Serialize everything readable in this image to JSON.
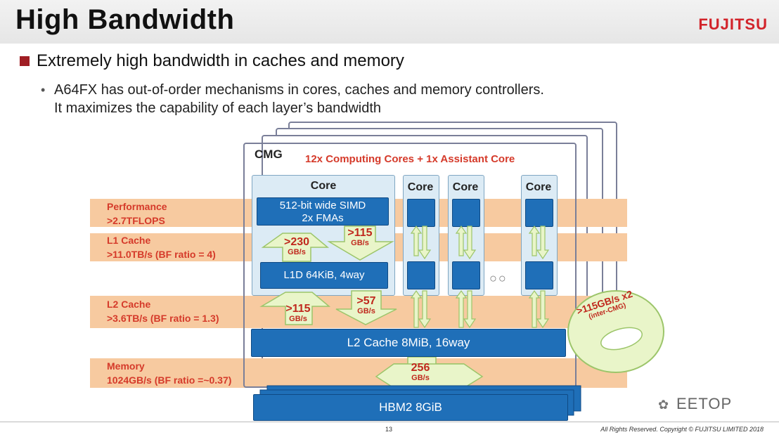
{
  "header": {
    "title": "High Bandwidth",
    "logo_text": "FUJITSU"
  },
  "bullets": {
    "main": "Extremely high bandwidth in caches and memory",
    "sub_line1": "A64FX has out-of-order mechanisms in cores, caches and memory controllers.",
    "sub_line2": "It maximizes the capability of each layer’s bandwidth"
  },
  "bands": {
    "performance": {
      "line1": "Performance",
      "line2": ">2.7TFLOPS"
    },
    "l1": {
      "line1": "L1 Cache",
      "line2": ">11.0TB/s (BF ratio = 4)"
    },
    "l2": {
      "line1": "L2 Cache",
      "line2": ">3.6TB/s (BF ratio = 1.3)"
    },
    "memory": {
      "line1": "Memory",
      "line2": "1024GB/s (BF ratio =~0.37)"
    }
  },
  "cmg": {
    "label": "CMG",
    "cores_title": "12x Computing Cores + 1x Assistant Core",
    "core_label": "Core",
    "simd_line1": "512-bit wide SIMD",
    "simd_line2": "2x FMAs",
    "l1d": "L1D 64KiB, 4way",
    "dots": "○○",
    "l2": "L2 Cache  8MiB, 16way",
    "hbm": "HBM2 8GiB"
  },
  "arrows": {
    "a230": {
      "value": ">230",
      "unit": "GB/s"
    },
    "a115_l1": {
      "value": ">115",
      "unit": "GB/s"
    },
    "a115_l2": {
      "value": ">115",
      "unit": "GB/s"
    },
    "a57": {
      "value": ">57",
      "unit": "GB/s"
    },
    "a256": {
      "value": "256",
      "unit": "GB/s"
    }
  },
  "ring": {
    "value": ">115GB/s x2",
    "unit": "(inter-CMG)"
  },
  "footer": {
    "page": "13",
    "copyright": "All Rights Reserved. Copyright © FUJITSU LIMITED 2018",
    "watermark": "EETOP"
  },
  "colors": {
    "band": "#f7caa0",
    "blue_block": "#1f6fb8",
    "core_bg": "#dcebf5",
    "label_red": "#d53a2a",
    "arrow_green": "#e9f5c9",
    "ring_green": "#e9f5c9",
    "bullet": "#a01e24",
    "logo_red": "#d2232a"
  }
}
